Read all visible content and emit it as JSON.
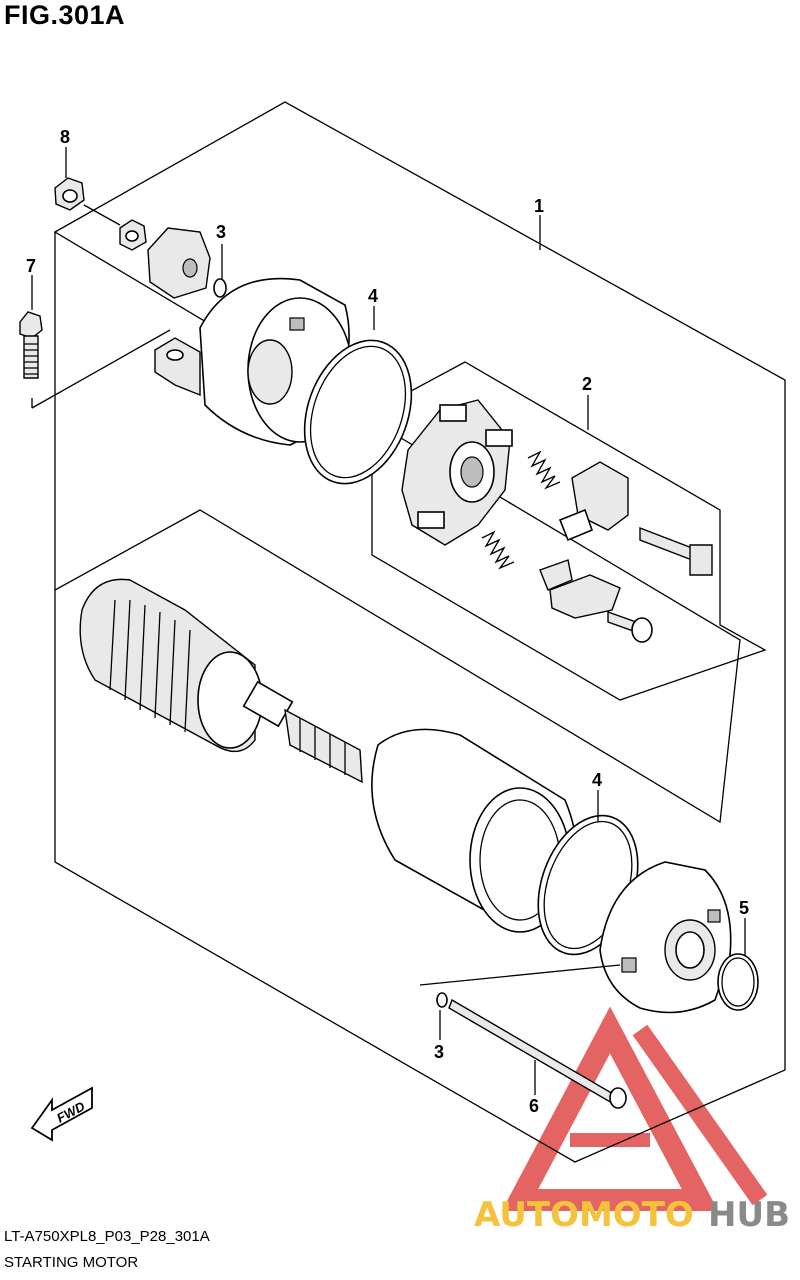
{
  "figure": {
    "title": "FIG.301A",
    "code": "LT-A750XPL8_P03_P28_301A",
    "name": "STARTING MOTOR"
  },
  "callouts": [
    {
      "id": "1",
      "label": "1"
    },
    {
      "id": "2",
      "label": "2"
    },
    {
      "id": "3a",
      "label": "3"
    },
    {
      "id": "3b",
      "label": "3"
    },
    {
      "id": "4a",
      "label": "4"
    },
    {
      "id": "4b",
      "label": "4"
    },
    {
      "id": "5",
      "label": "5"
    },
    {
      "id": "6",
      "label": "6"
    },
    {
      "id": "7",
      "label": "7"
    },
    {
      "id": "8",
      "label": "8"
    }
  ],
  "fwd_label": "FWD",
  "watermark": {
    "part1": "AUTOMOTO",
    "part2": "HUB",
    "color1": "#f5c33b",
    "color2": "#8a8a8a",
    "triangle_color": "#e04a4a"
  }
}
